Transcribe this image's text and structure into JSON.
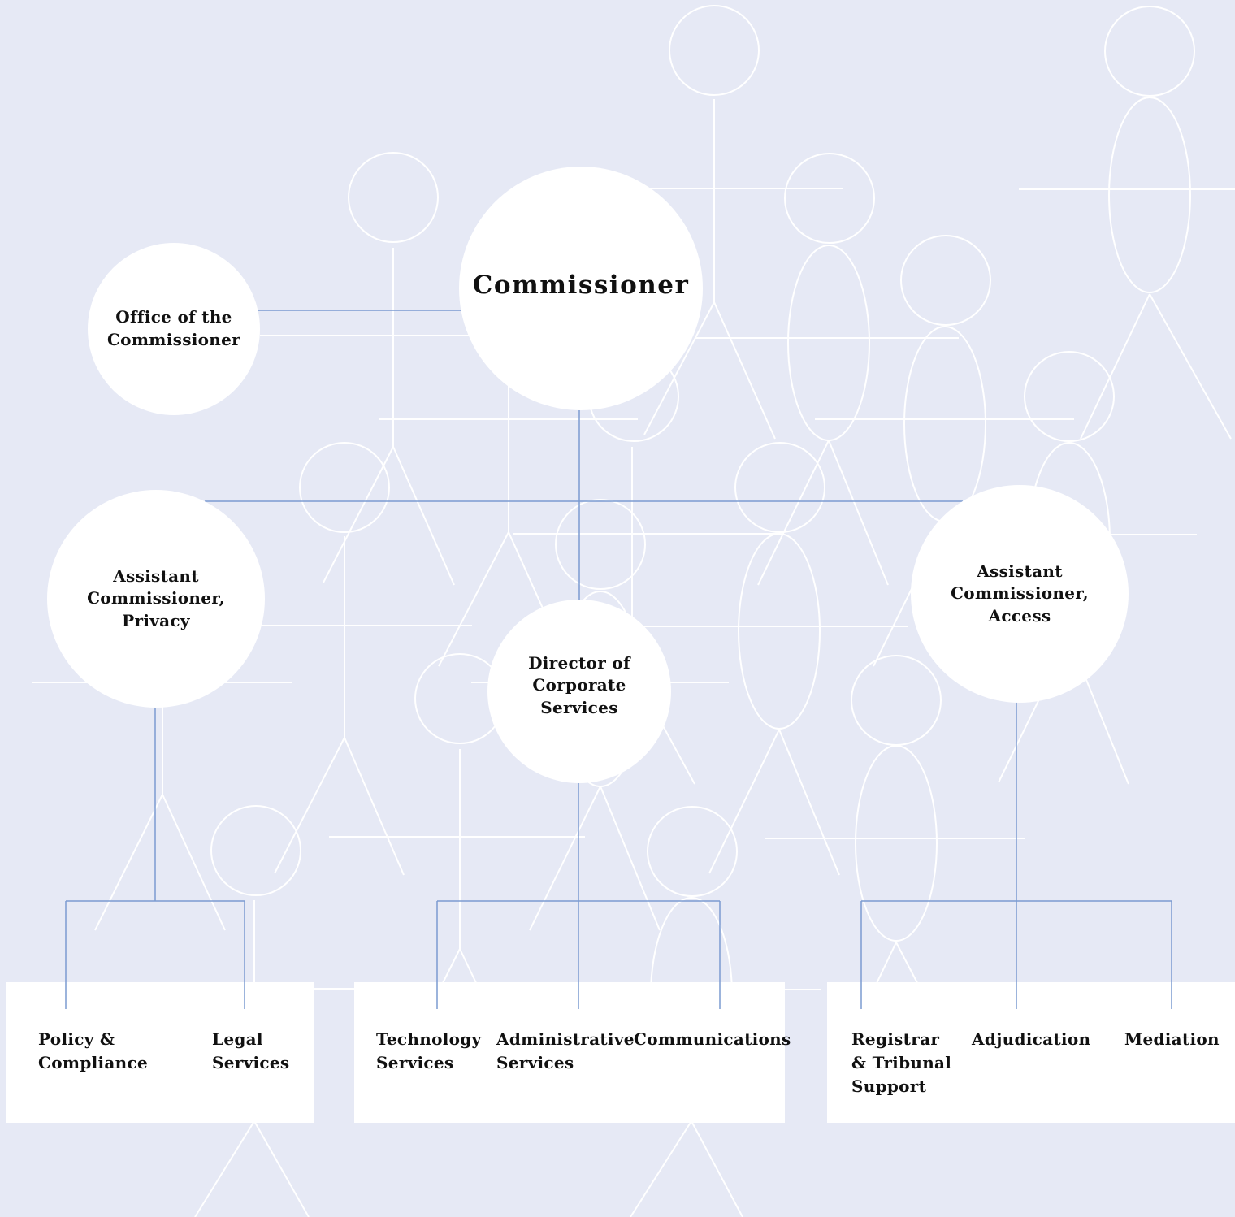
{
  "org_chart": {
    "commissioner": "Commissioner",
    "office_of_commissioner": "Office of the\nCommissioner",
    "assistant_privacy": "Assistant\nCommissioner,\nPrivacy",
    "assistant_access": "Assistant\nCommissioner,\nAccess",
    "director_corporate": "Director of\nCorporate\nServices",
    "privacy_units": [
      "Policy &\nCompliance",
      "Legal\nServices"
    ],
    "corporate_units": [
      "Technology\nServices",
      "Administrative\nServices",
      "Communications"
    ],
    "access_units": [
      "Registrar\n& Tribunal\nSupport",
      "Adjudication",
      "Mediation"
    ]
  },
  "colors": {
    "background": "#e6e9f5",
    "connector": "#7b9bd1",
    "figure_outline": "#ffffff",
    "node_fill": "#ffffff"
  }
}
